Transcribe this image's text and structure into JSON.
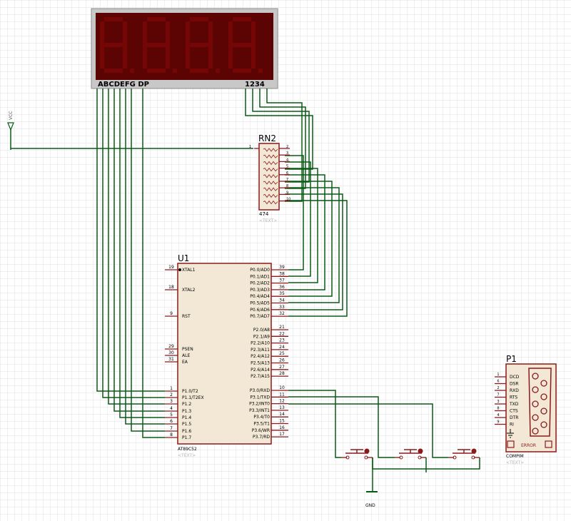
{
  "display": {
    "seg_label": "ABCDEFG DP",
    "digit_label": "1234"
  },
  "vcc": {
    "label": "VCC"
  },
  "rn2": {
    "ref": "RN2",
    "value": "474",
    "text": "<TEXT>",
    "pins": [
      "1",
      "2",
      "3",
      "4",
      "5",
      "6",
      "7",
      "8",
      "9",
      "10"
    ]
  },
  "u1": {
    "ref": "U1",
    "part": "AT89C52",
    "text": "<TEXT>",
    "left_pins": [
      {
        "num": "19",
        "name": "XTAL1"
      },
      {
        "num": "18",
        "name": "XTAL2"
      },
      {
        "num": "9",
        "name": "RST"
      },
      {
        "num": "29",
        "name": "PSEN"
      },
      {
        "num": "30",
        "name": "ALE"
      },
      {
        "num": "31",
        "name": "EA"
      },
      {
        "num": "1",
        "name": "P1.0/T2"
      },
      {
        "num": "2",
        "name": "P1.1/T2EX"
      },
      {
        "num": "3",
        "name": "P1.2"
      },
      {
        "num": "4",
        "name": "P1.3"
      },
      {
        "num": "5",
        "name": "P1.4"
      },
      {
        "num": "6",
        "name": "P1.5"
      },
      {
        "num": "7",
        "name": "P1.6"
      },
      {
        "num": "8",
        "name": "P1.7"
      }
    ],
    "right_pins": [
      {
        "num": "39",
        "name": "P0.0/AD0"
      },
      {
        "num": "38",
        "name": "P0.1/AD1"
      },
      {
        "num": "37",
        "name": "P0.2/AD2"
      },
      {
        "num": "36",
        "name": "P0.3/AD3"
      },
      {
        "num": "35",
        "name": "P0.4/AD4"
      },
      {
        "num": "34",
        "name": "P0.5/AD5"
      },
      {
        "num": "33",
        "name": "P0.6/AD6"
      },
      {
        "num": "32",
        "name": "P0.7/AD7"
      },
      {
        "num": "21",
        "name": "P2.0/A8"
      },
      {
        "num": "22",
        "name": "P2.1/A9"
      },
      {
        "num": "23",
        "name": "P2.2/A10"
      },
      {
        "num": "24",
        "name": "P2.3/A11"
      },
      {
        "num": "25",
        "name": "P2.4/A12"
      },
      {
        "num": "26",
        "name": "P2.5/A13"
      },
      {
        "num": "27",
        "name": "P2.6/A14"
      },
      {
        "num": "28",
        "name": "P2.7/A15"
      },
      {
        "num": "10",
        "name": "P3.0/RXD"
      },
      {
        "num": "11",
        "name": "P3.1/TXD"
      },
      {
        "num": "12",
        "name": "P3.2/INT0"
      },
      {
        "num": "13",
        "name": "P3.3/INT1"
      },
      {
        "num": "14",
        "name": "P3.4/T0"
      },
      {
        "num": "15",
        "name": "P3.5/T1"
      },
      {
        "num": "16",
        "name": "P3.6/WR"
      },
      {
        "num": "17",
        "name": "P3.7/RD"
      }
    ]
  },
  "p1": {
    "ref": "P1",
    "part": "COMPIM",
    "text": "<TEXT>",
    "status": "ERROR",
    "pins": [
      {
        "num": "1",
        "name": "DCD"
      },
      {
        "num": "6",
        "name": "DSR"
      },
      {
        "num": "2",
        "name": "RXD"
      },
      {
        "num": "7",
        "name": "RTS"
      },
      {
        "num": "3",
        "name": "TXD"
      },
      {
        "num": "8",
        "name": "CTS"
      },
      {
        "num": "4",
        "name": "DTR"
      },
      {
        "num": "9",
        "name": "RI"
      }
    ]
  },
  "gnd": {
    "label": "GND"
  },
  "colors": {
    "wire": "#0a5a14",
    "component": "#8b1a1a",
    "body_fill": "#f2e8d5",
    "display_bg": "#5c0303",
    "segment_off": "#750606",
    "grid": "#e0e0e0",
    "text": "#000000",
    "muted_text": "#b4b4b4"
  }
}
